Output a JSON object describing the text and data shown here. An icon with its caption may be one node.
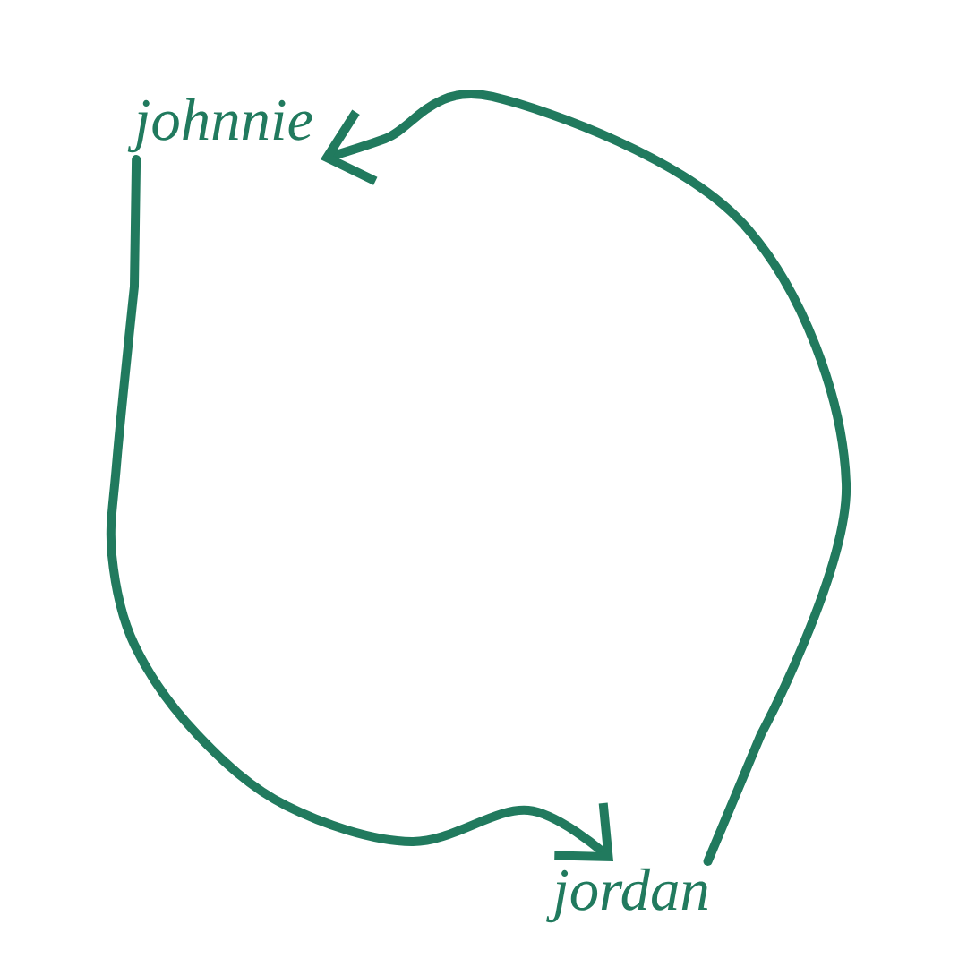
{
  "diagram": {
    "nodes": [
      {
        "text": [
          "johnnie"
        ]
      },
      {
        "text": [
          "jordan"
        ]
      }
    ],
    "edges": [
      {
        "from": 1,
        "to": 0,
        "arrow": "to"
      },
      {
        "from": 0,
        "to": 1,
        "arrow": "to"
      }
    ]
  }
}
